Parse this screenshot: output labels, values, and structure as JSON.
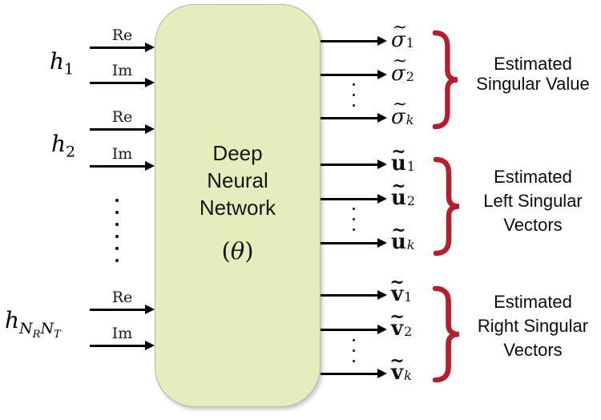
{
  "colors": {
    "boxFill": "#e3eebc",
    "boxBorder": "#b4b4b4",
    "brace": "#b31f2e",
    "ink": "#111111"
  },
  "inputs": {
    "re": "Re",
    "im": "Im",
    "h1_base": "h",
    "h1_sub": "1",
    "h2_base": "h",
    "h2_sub": "2",
    "hn_base": "h",
    "hn_n1": "N",
    "hn_r": "R",
    "hn_n2": "N",
    "hn_t": "T"
  },
  "box": {
    "lines": [
      "Deep",
      "Neural",
      "Network"
    ],
    "open": "(",
    "theta": "θ",
    "close": ")"
  },
  "outputs": [
    {
      "symbol": "σ",
      "tilde": "~",
      "rows": [
        {
          "sub": "1"
        },
        {
          "sub": "2"
        },
        {
          "sub": "k"
        }
      ],
      "caption": [
        "Estimated",
        "Singular Value"
      ]
    },
    {
      "symbol": "u",
      "tilde": "~",
      "rows": [
        {
          "sub": "1"
        },
        {
          "sub": "2"
        },
        {
          "sub": "k"
        }
      ],
      "caption": [
        "Estimated",
        "Left Singular",
        "Vectors"
      ]
    },
    {
      "symbol": "v",
      "tilde": "~",
      "rows": [
        {
          "sub": "1"
        },
        {
          "sub": "2"
        },
        {
          "sub": "k"
        }
      ],
      "caption": [
        "Estimated",
        "Right Singular",
        "Vectors"
      ]
    }
  ]
}
